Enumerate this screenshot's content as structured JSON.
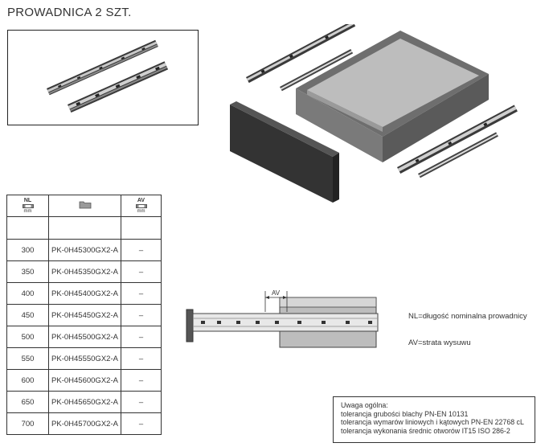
{
  "title": "PROWADNICA 2 SZT.",
  "table": {
    "headers": {
      "nl_label": "NL",
      "nl_unit": "mm",
      "code_icon": "folder-icon",
      "av_label": "AV",
      "av_unit": "mm"
    },
    "rows": [
      {
        "nl": "300",
        "code": "PK-0H45300GX2-A",
        "av": "–"
      },
      {
        "nl": "350",
        "code": "PK-0H45350GX2-A",
        "av": "–"
      },
      {
        "nl": "400",
        "code": "PK-0H45400GX2-A",
        "av": "–"
      },
      {
        "nl": "450",
        "code": "PK-0H45450GX2-A",
        "av": "–"
      },
      {
        "nl": "500",
        "code": "PK-0H45500GX2-A",
        "av": "–"
      },
      {
        "nl": "550",
        "code": "PK-0H45550GX2-A",
        "av": "–"
      },
      {
        "nl": "600",
        "code": "PK-0H45600GX2-A",
        "av": "–"
      },
      {
        "nl": "650",
        "code": "PK-0H45650GX2-A",
        "av": "–"
      },
      {
        "nl": "700",
        "code": "PK-0H45700GX2-A",
        "av": "–"
      }
    ]
  },
  "diagram": {
    "av_label": "AV"
  },
  "legend": {
    "nl": "NL=długość nominalna prowadnicy",
    "av": "AV=strata wysuwu"
  },
  "note": {
    "heading": "Uwaga ogólna:",
    "lines": [
      "tolerancja grubości blachy PN-EN 10131",
      "tolerancja wymarów liniowych i kątowych PN-EN 22768 cL",
      "tolerancja wykonania średnic otworów IT15 ISO 286-2"
    ]
  }
}
